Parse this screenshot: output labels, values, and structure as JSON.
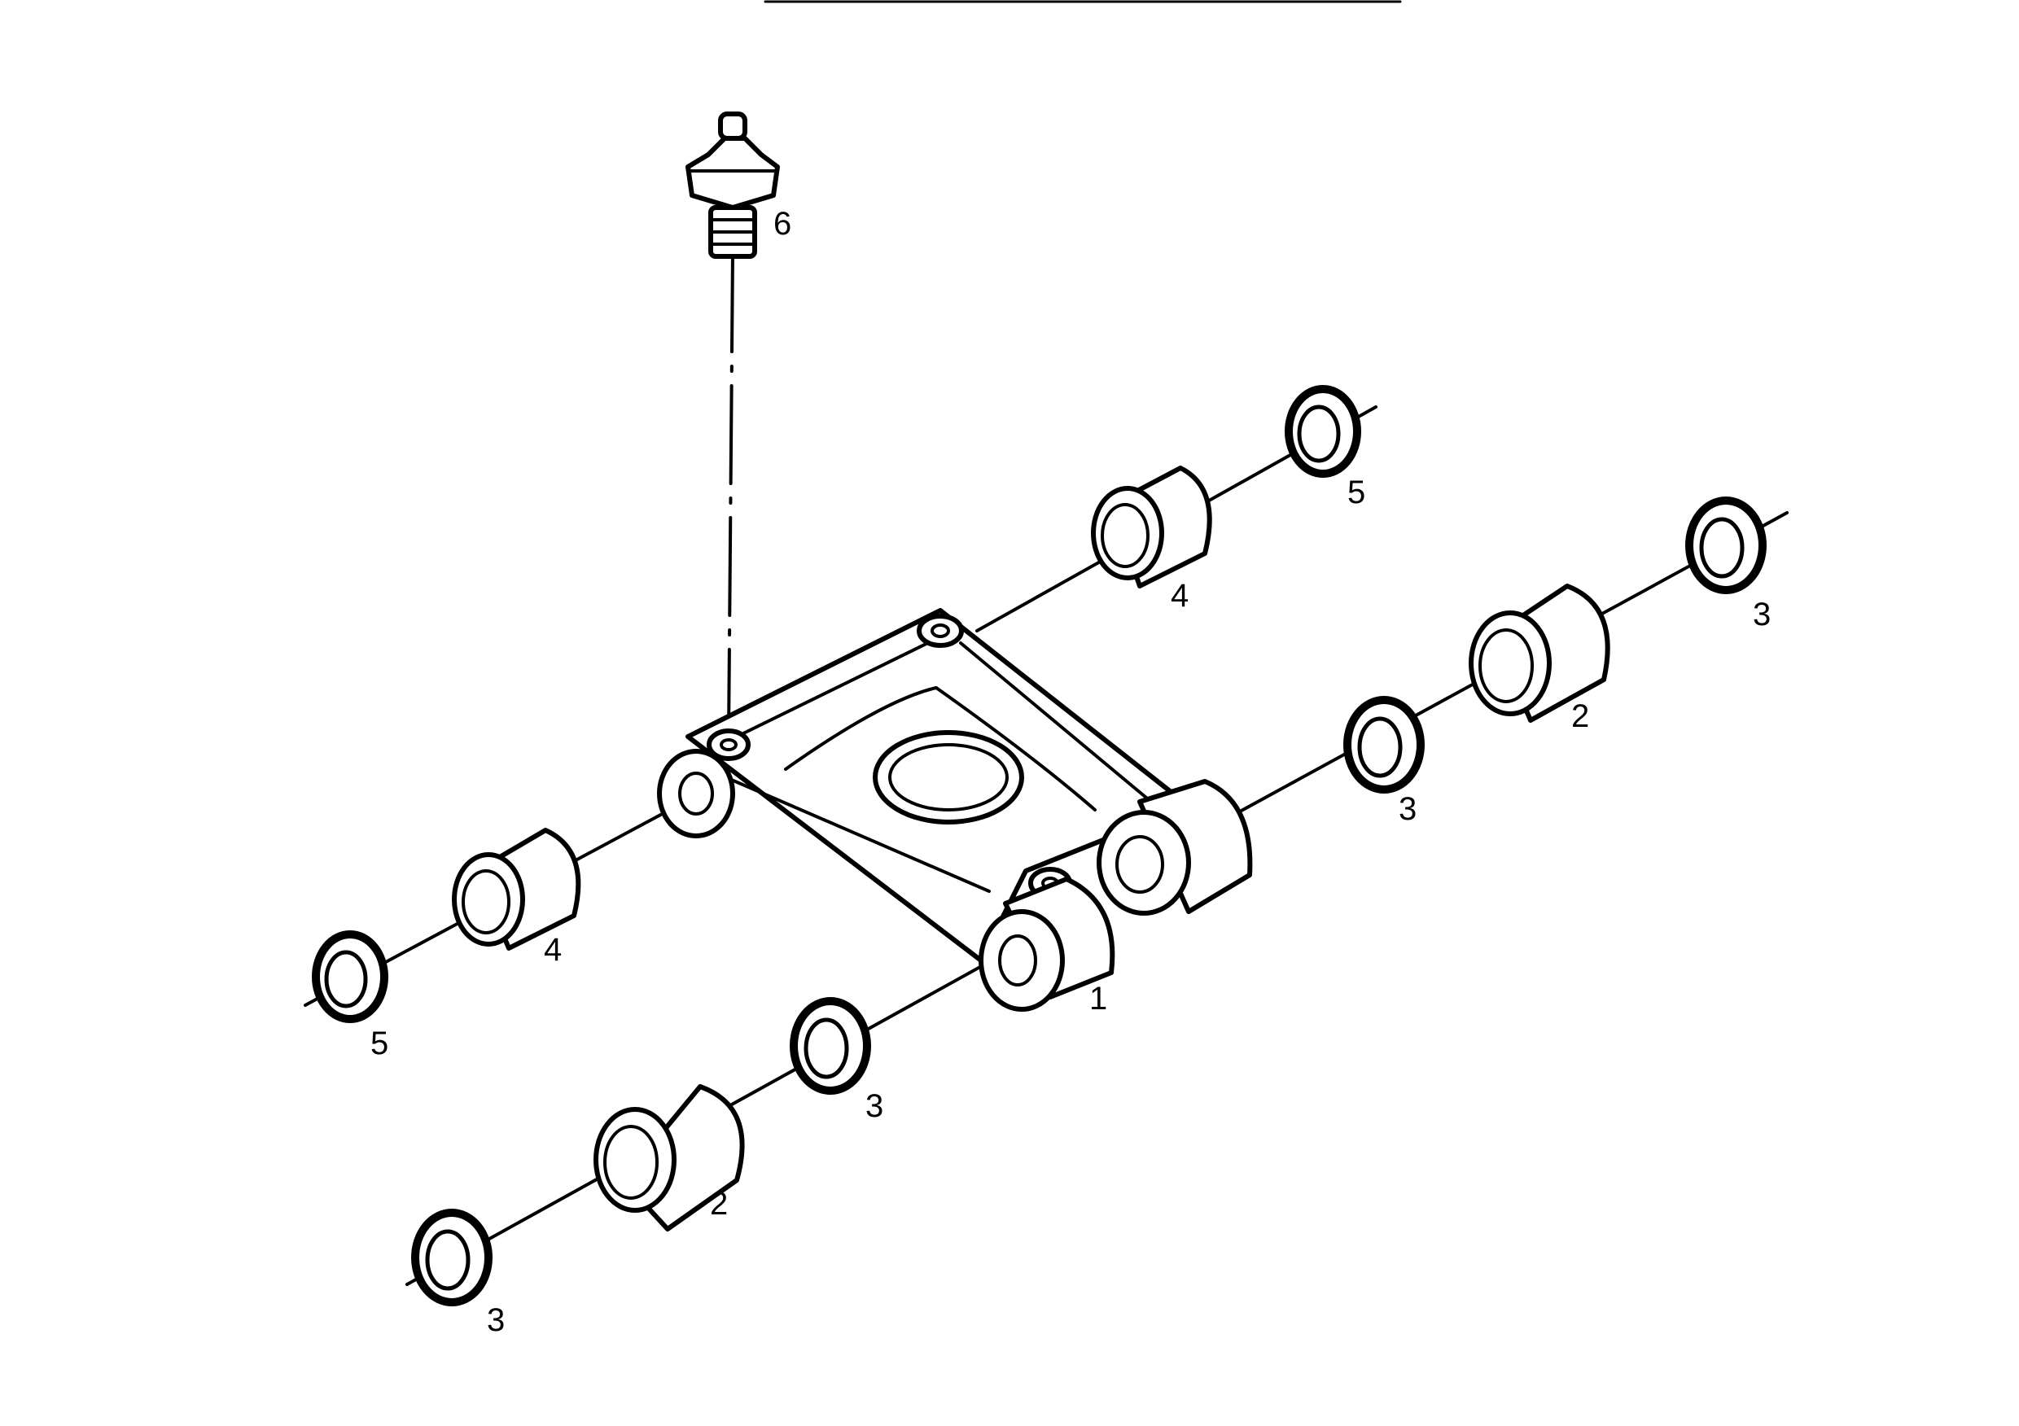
{
  "figure": {
    "callouts": [
      {
        "id": "c1",
        "text": "1"
      },
      {
        "id": "c2a",
        "text": "2"
      },
      {
        "id": "c2b",
        "text": "2"
      },
      {
        "id": "c3a",
        "text": "3"
      },
      {
        "id": "c3b",
        "text": "3"
      },
      {
        "id": "c3c",
        "text": "3"
      },
      {
        "id": "c3d",
        "text": "3"
      },
      {
        "id": "c4a",
        "text": "4"
      },
      {
        "id": "c4b",
        "text": "4"
      },
      {
        "id": "c5a",
        "text": "5"
      },
      {
        "id": "c5b",
        "text": "5"
      },
      {
        "id": "c6",
        "text": "6"
      }
    ]
  }
}
